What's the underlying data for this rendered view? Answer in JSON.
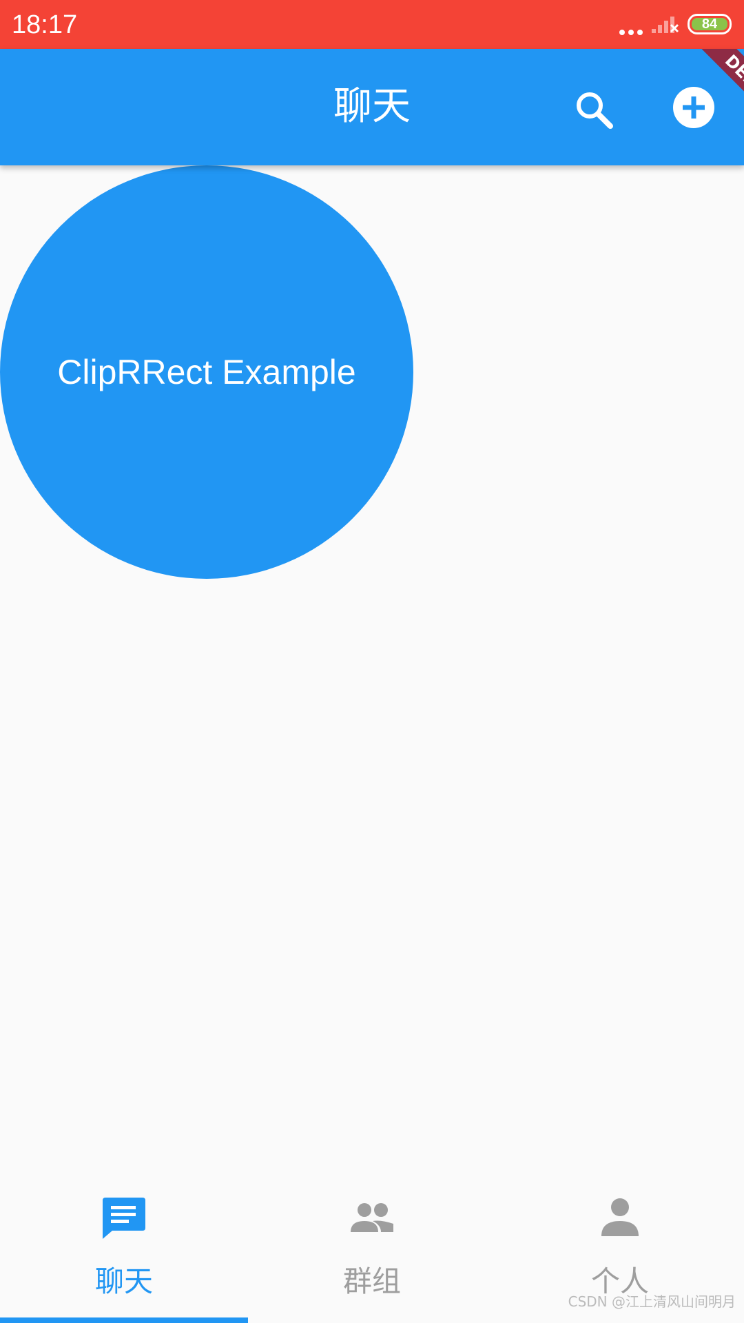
{
  "status_bar": {
    "time": "18:17",
    "battery": "84",
    "icons": [
      "more-dots-icon",
      "signal-icon",
      "battery-icon"
    ],
    "color": "#f44336"
  },
  "app_bar": {
    "title": "聊天",
    "debug_banner": "DEBUG",
    "actions": [
      "search-icon",
      "add-circle-icon"
    ],
    "color": "#2196f3"
  },
  "main": {
    "clip_label": "ClipRRect Example"
  },
  "bottom_nav": {
    "items": [
      {
        "label": "聊天",
        "icon": "chat-icon",
        "selected": true
      },
      {
        "label": "群组",
        "icon": "group-icon",
        "selected": false
      },
      {
        "label": "个人",
        "icon": "person-icon",
        "selected": false
      }
    ],
    "active_color": "#2196f3",
    "inactive_color": "#9e9e9e"
  },
  "watermark": "CSDN @江上清风山间明月"
}
